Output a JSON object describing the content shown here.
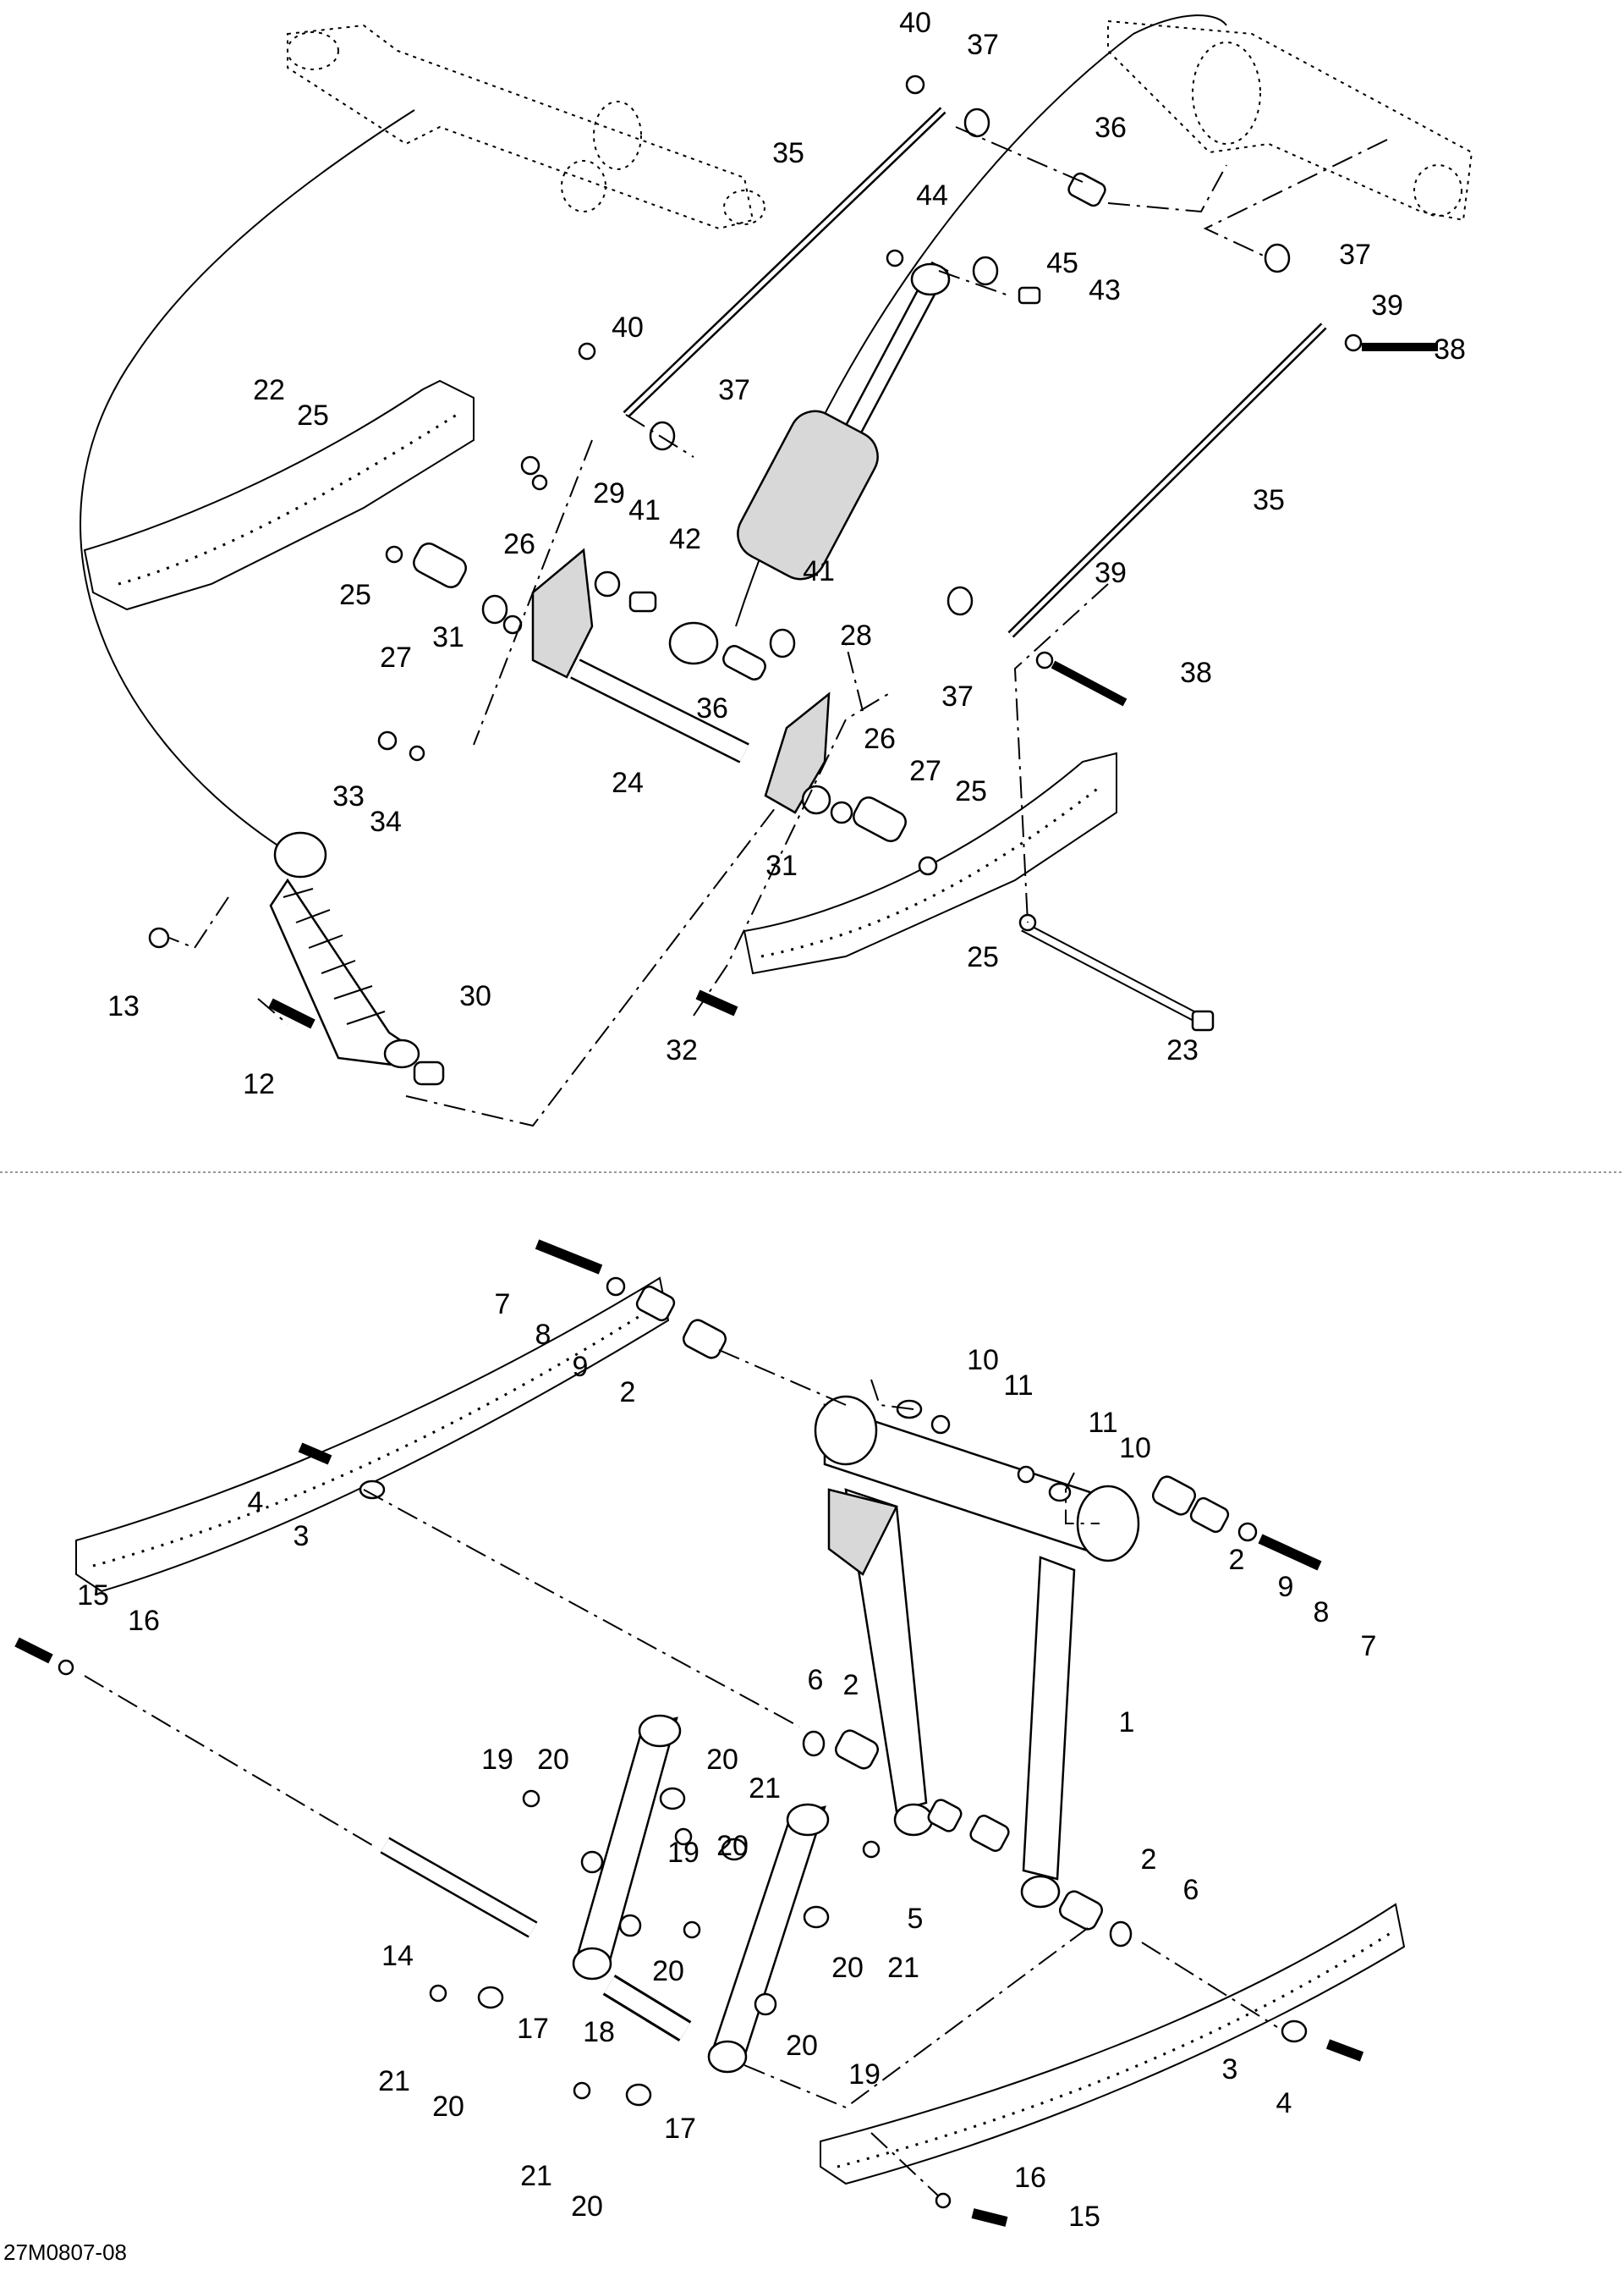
{
  "diagram": {
    "figure_code": "27M0807-08",
    "callouts_top": [
      "40",
      "37",
      "36",
      "35",
      "44",
      "45",
      "43",
      "37",
      "39",
      "38",
      "40",
      "37",
      "22",
      "25",
      "29",
      "41",
      "42",
      "26",
      "25",
      "27",
      "31",
      "35",
      "41",
      "28",
      "36",
      "39",
      "38",
      "37",
      "24",
      "26",
      "27",
      "25",
      "33",
      "34",
      "31",
      "25",
      "13",
      "30",
      "12",
      "32",
      "23"
    ],
    "callouts_bottom": [
      "7",
      "8",
      "9",
      "2",
      "10",
      "11",
      "11",
      "10",
      "4",
      "3",
      "15",
      "16",
      "2",
      "9",
      "8",
      "7",
      "6",
      "2",
      "1",
      "19",
      "20",
      "20",
      "21",
      "19",
      "20",
      "2",
      "6",
      "5",
      "14",
      "20",
      "21",
      "20",
      "17",
      "18",
      "20",
      "19",
      "21",
      "20",
      "3",
      "4",
      "21",
      "17",
      "20",
      "16",
      "15"
    ]
  }
}
